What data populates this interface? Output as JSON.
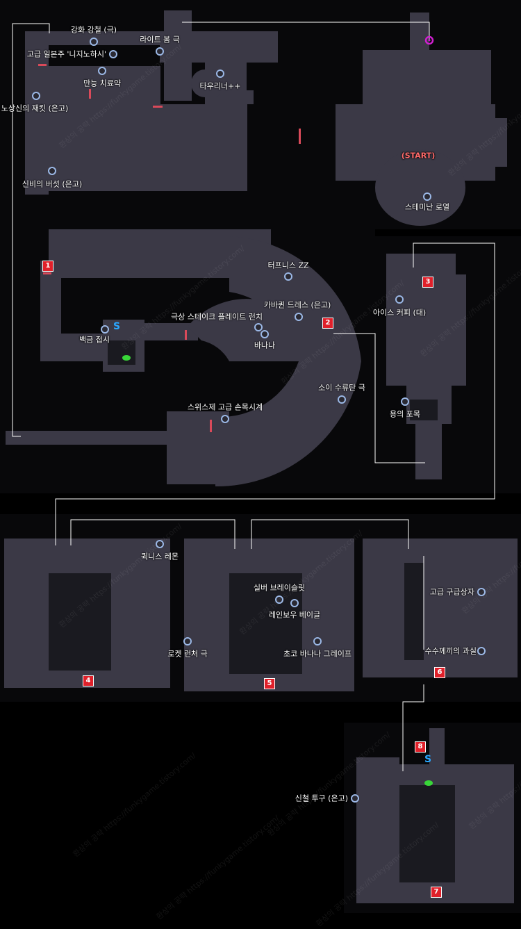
{
  "colors": {
    "background": "#000000",
    "room_floor": "#3b3946",
    "room_dark": "#2a2932",
    "item_marker": "#9bb8e6",
    "route_line": "#ffffff",
    "boss_marker": "#d020d0",
    "area_badge": "#e0202a",
    "save_point": "#2aa7ff",
    "heal_point": "#38d638",
    "door": "#d94a5a",
    "start_text": "#ff6a6a"
  },
  "start_label": "(START)",
  "save_symbol": "S",
  "area_badges": [
    "1",
    "2",
    "3",
    "4",
    "5",
    "6",
    "7",
    "8"
  ],
  "items": [
    {
      "id": "hwa",
      "label": "강화 강철 (극)"
    },
    {
      "id": "light-bomb",
      "label": "라이트 봄 극"
    },
    {
      "id": "nishinohashi",
      "label": "고급 일본주 '니지노하시'"
    },
    {
      "id": "potion",
      "label": "만능 치료약"
    },
    {
      "id": "tau",
      "label": "타우리너++"
    },
    {
      "id": "jacket",
      "label": "노상신의 재킷 (은고)"
    },
    {
      "id": "mushroom",
      "label": "신비의 버섯 (은고)"
    },
    {
      "id": "stemi",
      "label": "스테미난 로열"
    },
    {
      "id": "tennis",
      "label": "터프니스 ZZ"
    },
    {
      "id": "dress",
      "label": "카바퀸 드레스 (은고)"
    },
    {
      "id": "steak",
      "label": "극상 스테이크 플레이트 런치"
    },
    {
      "id": "banana",
      "label": "바나나"
    },
    {
      "id": "plate",
      "label": "백금 접시"
    },
    {
      "id": "coffee",
      "label": "아이스 커피 (대)"
    },
    {
      "id": "soy",
      "label": "소이 수류탄 극"
    },
    {
      "id": "watch",
      "label": "스위스제 고급 손목시계"
    },
    {
      "id": "waterfall",
      "label": "용의 포목"
    },
    {
      "id": "lemon",
      "label": "퀵니스 레몬"
    },
    {
      "id": "silver",
      "label": "실버 브레이슬릿"
    },
    {
      "id": "bagel",
      "label": "레인보우 베이글"
    },
    {
      "id": "rocket",
      "label": "로켓 런처 극"
    },
    {
      "id": "choco",
      "label": "초코 바나나 그레이프"
    },
    {
      "id": "rescue",
      "label": "고급 구급상자"
    },
    {
      "id": "fruit",
      "label": "수수께끼의 과실"
    },
    {
      "id": "helmet",
      "label": "신철 투구 (은고)"
    }
  ],
  "watermark": {
    "line1": "환상의 공략",
    "line2": "https://funkygame.tistory.com/"
  }
}
